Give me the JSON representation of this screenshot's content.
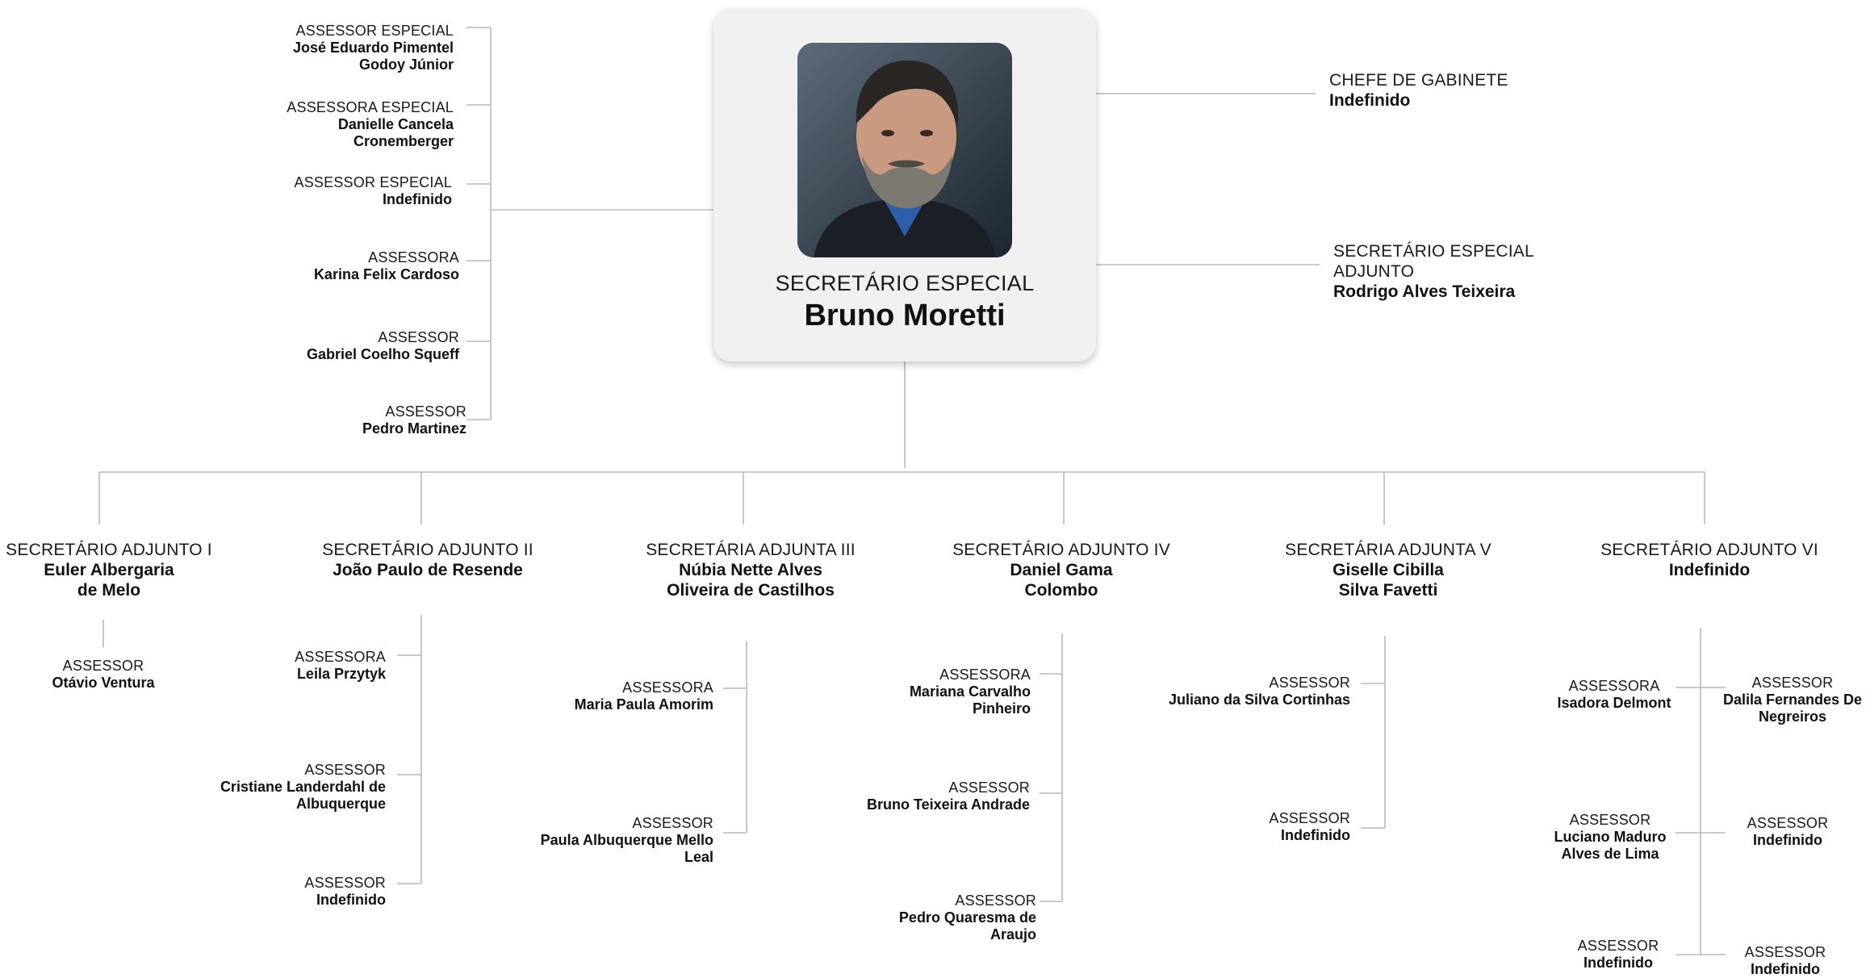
{
  "main": {
    "role": "SECRETÁRIO ESPECIAL",
    "name": "Bruno Moretti",
    "photo": "portrait-photo"
  },
  "right": [
    {
      "role": "CHEFE DE GABINETE",
      "name": "Indefinido"
    },
    {
      "role": "SECRETÁRIO ESPECIAL ADJUNTO",
      "name": "Rodrigo Alves Teixeira"
    }
  ],
  "left_advisors": [
    {
      "role": "ASSESSOR ESPECIAL",
      "name": "José Eduardo Pimentel Godoy Júnior"
    },
    {
      "role": "ASSESSORA ESPECIAL",
      "name": "Danielle Cancela Cronemberger"
    },
    {
      "role": "ASSESSOR ESPECIAL",
      "name": "Indefinido"
    },
    {
      "role": "ASSESSORA",
      "name": "Karina Felix Cardoso"
    },
    {
      "role": "ASSESSOR",
      "name": "Gabriel Coelho Squeff"
    },
    {
      "role": "ASSESSOR",
      "name": "Pedro Martinez"
    }
  ],
  "deputies": [
    {
      "role": "SECRETÁRIO ADJUNTO I",
      "name": "Euler Albergaria de Melo",
      "advisors": [
        {
          "role": "ASSESSOR",
          "name": "Otávio Ventura"
        }
      ]
    },
    {
      "role": "SECRETÁRIO ADJUNTO II",
      "name": "João Paulo de Resende",
      "advisors": [
        {
          "role": "ASSESSORA",
          "name": "Leila Przytyk"
        },
        {
          "role": "ASSESSOR",
          "name": "Cristiane Landerdahl de Albuquerque"
        },
        {
          "role": "ASSESSOR",
          "name": "Indefinido"
        }
      ]
    },
    {
      "role": "SECRETÁRIA ADJUNTA III",
      "name": "Núbia Nette Alves Oliveira de Castilhos",
      "advisors": [
        {
          "role": "ASSESSORA",
          "name": "Maria Paula Amorim"
        },
        {
          "role": "ASSESSOR",
          "name": "Paula Albuquerque Mello Leal"
        }
      ]
    },
    {
      "role": "SECRETÁRIO ADJUNTO IV",
      "name": "Daniel Gama Colombo",
      "advisors": [
        {
          "role": "ASSESSORA",
          "name": "Mariana Carvalho Pinheiro"
        },
        {
          "role": "ASSESSOR",
          "name": "Bruno Teixeira Andrade"
        },
        {
          "role": "ASSESSOR",
          "name": "Pedro Quaresma de Araujo"
        }
      ]
    },
    {
      "role": "SECRETÁRIA ADJUNTA V",
      "name": "Giselle Cibilla Silva Favetti",
      "advisors": [
        {
          "role": "ASSESSOR",
          "name": "Juliano da Silva Cortinhas"
        },
        {
          "role": "ASSESSOR",
          "name": "Indefinido"
        }
      ]
    },
    {
      "role": "SECRETÁRIO ADJUNTO VI",
      "name": "Indefinido",
      "advisors": [
        {
          "role": "ASSESSORA",
          "name": "Isadora Delmont"
        },
        {
          "role": "ASSESSOR",
          "name": "Dalila Fernandes De Negreiros"
        },
        {
          "role": "ASSESSOR",
          "name": "Luciano Maduro Alves de Lima"
        },
        {
          "role": "ASSESSOR",
          "name": "Indefinido"
        },
        {
          "role": "ASSESSOR",
          "name": "Indefinido"
        },
        {
          "role": "ASSESSOR",
          "name": "Indefinido"
        }
      ]
    }
  ],
  "colors": {
    "line": "#b9b9b9",
    "card": "#f0f0f0",
    "text": "#111111"
  }
}
